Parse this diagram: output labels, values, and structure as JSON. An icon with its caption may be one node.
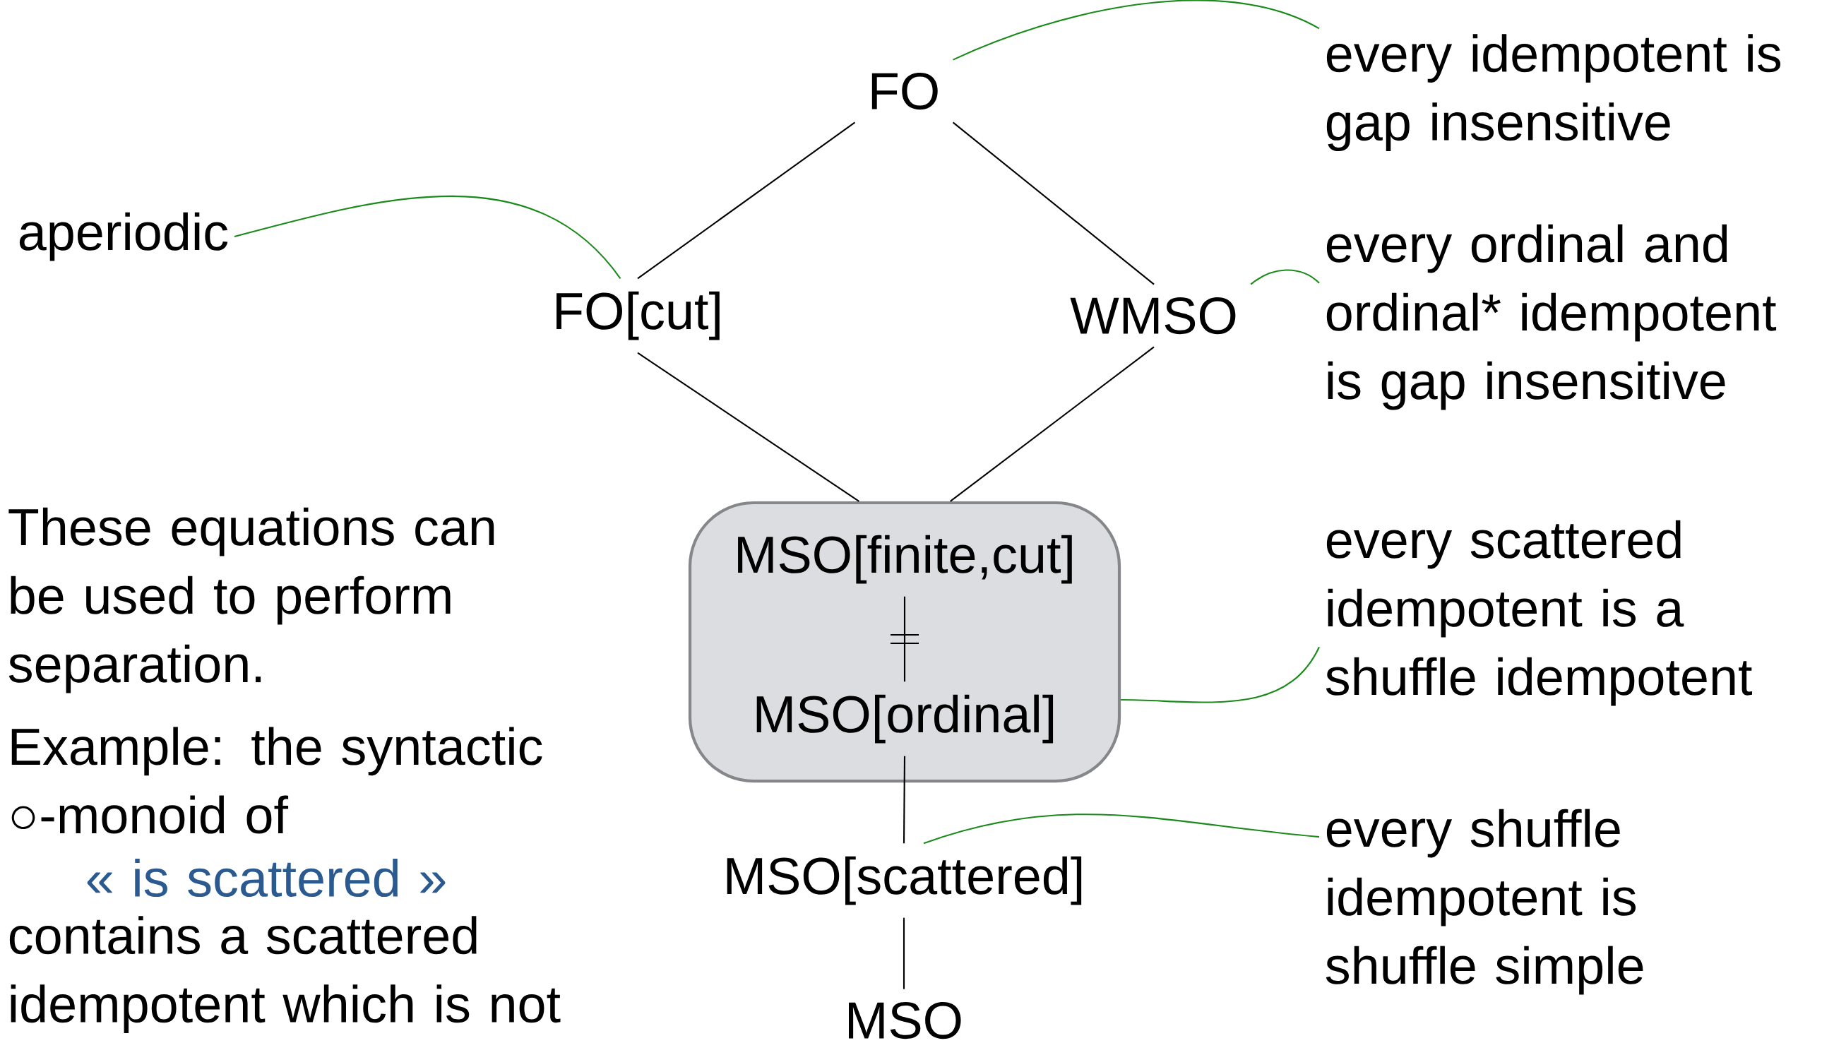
{
  "diagram": {
    "nodes": [
      {
        "text": [
          "FO"
        ]
      },
      {
        "text": [
          "every idempotent is gap insensitive"
        ]
      },
      {
        "text": [
          "aperiodic"
        ]
      },
      {
        "text": [
          "FO[cut]"
        ]
      },
      {
        "text": [
          "WMSO"
        ]
      },
      {
        "text": [
          "every ordinal and ordinal* idempotent is gap insensitive"
        ]
      },
      {
        "text": [],
        "shape": "box"
      },
      {
        "text": [
          "MSO[finite,cut]"
        ],
        "in": 6
      },
      {
        "text": [
          "MSO[ordinal]"
        ],
        "in": 6
      },
      {
        "text": [
          "every scattered idempotent is a shuffle idempotent"
        ]
      },
      {
        "text": [
          "MSO[scattered]"
        ]
      },
      {
        "text": [
          "every shuffle idempotent is shuffle simple"
        ]
      },
      {
        "text": [
          "MSO"
        ]
      }
    ],
    "edges": [
      {
        "from": 0,
        "to": 3,
        "arrow": "none"
      },
      {
        "from": 0,
        "to": 4,
        "arrow": "none"
      },
      {
        "from": 3,
        "to": 6,
        "arrow": "none"
      },
      {
        "from": 4,
        "to": 6,
        "arrow": "none"
      },
      {
        "from": 7,
        "to": 8,
        "arrow": "none"
      },
      {
        "from": 8,
        "to": 10,
        "arrow": "none"
      },
      {
        "from": 10,
        "to": 12,
        "arrow": "none"
      },
      {
        "from": 1,
        "to": 0,
        "arrow": "none",
        "color": "#1a8a1a"
      },
      {
        "from": 2,
        "to": 3,
        "arrow": "none",
        "color": "#1a8a1a"
      },
      {
        "from": 5,
        "to": 4,
        "arrow": "none",
        "color": "#1a8a1a"
      },
      {
        "from": 9,
        "to": 6,
        "arrow": "none",
        "color": "#1a8a1a"
      },
      {
        "from": 11,
        "to": 10,
        "arrow": "none",
        "color": "#1a8a1a"
      }
    ],
    "labels": [
      "These equations can be used to perform separation.",
      "Example: the syntactic ○-monoid of",
      "« is scattered »",
      "contains a scattered idempotent which is not"
    ]
  }
}
